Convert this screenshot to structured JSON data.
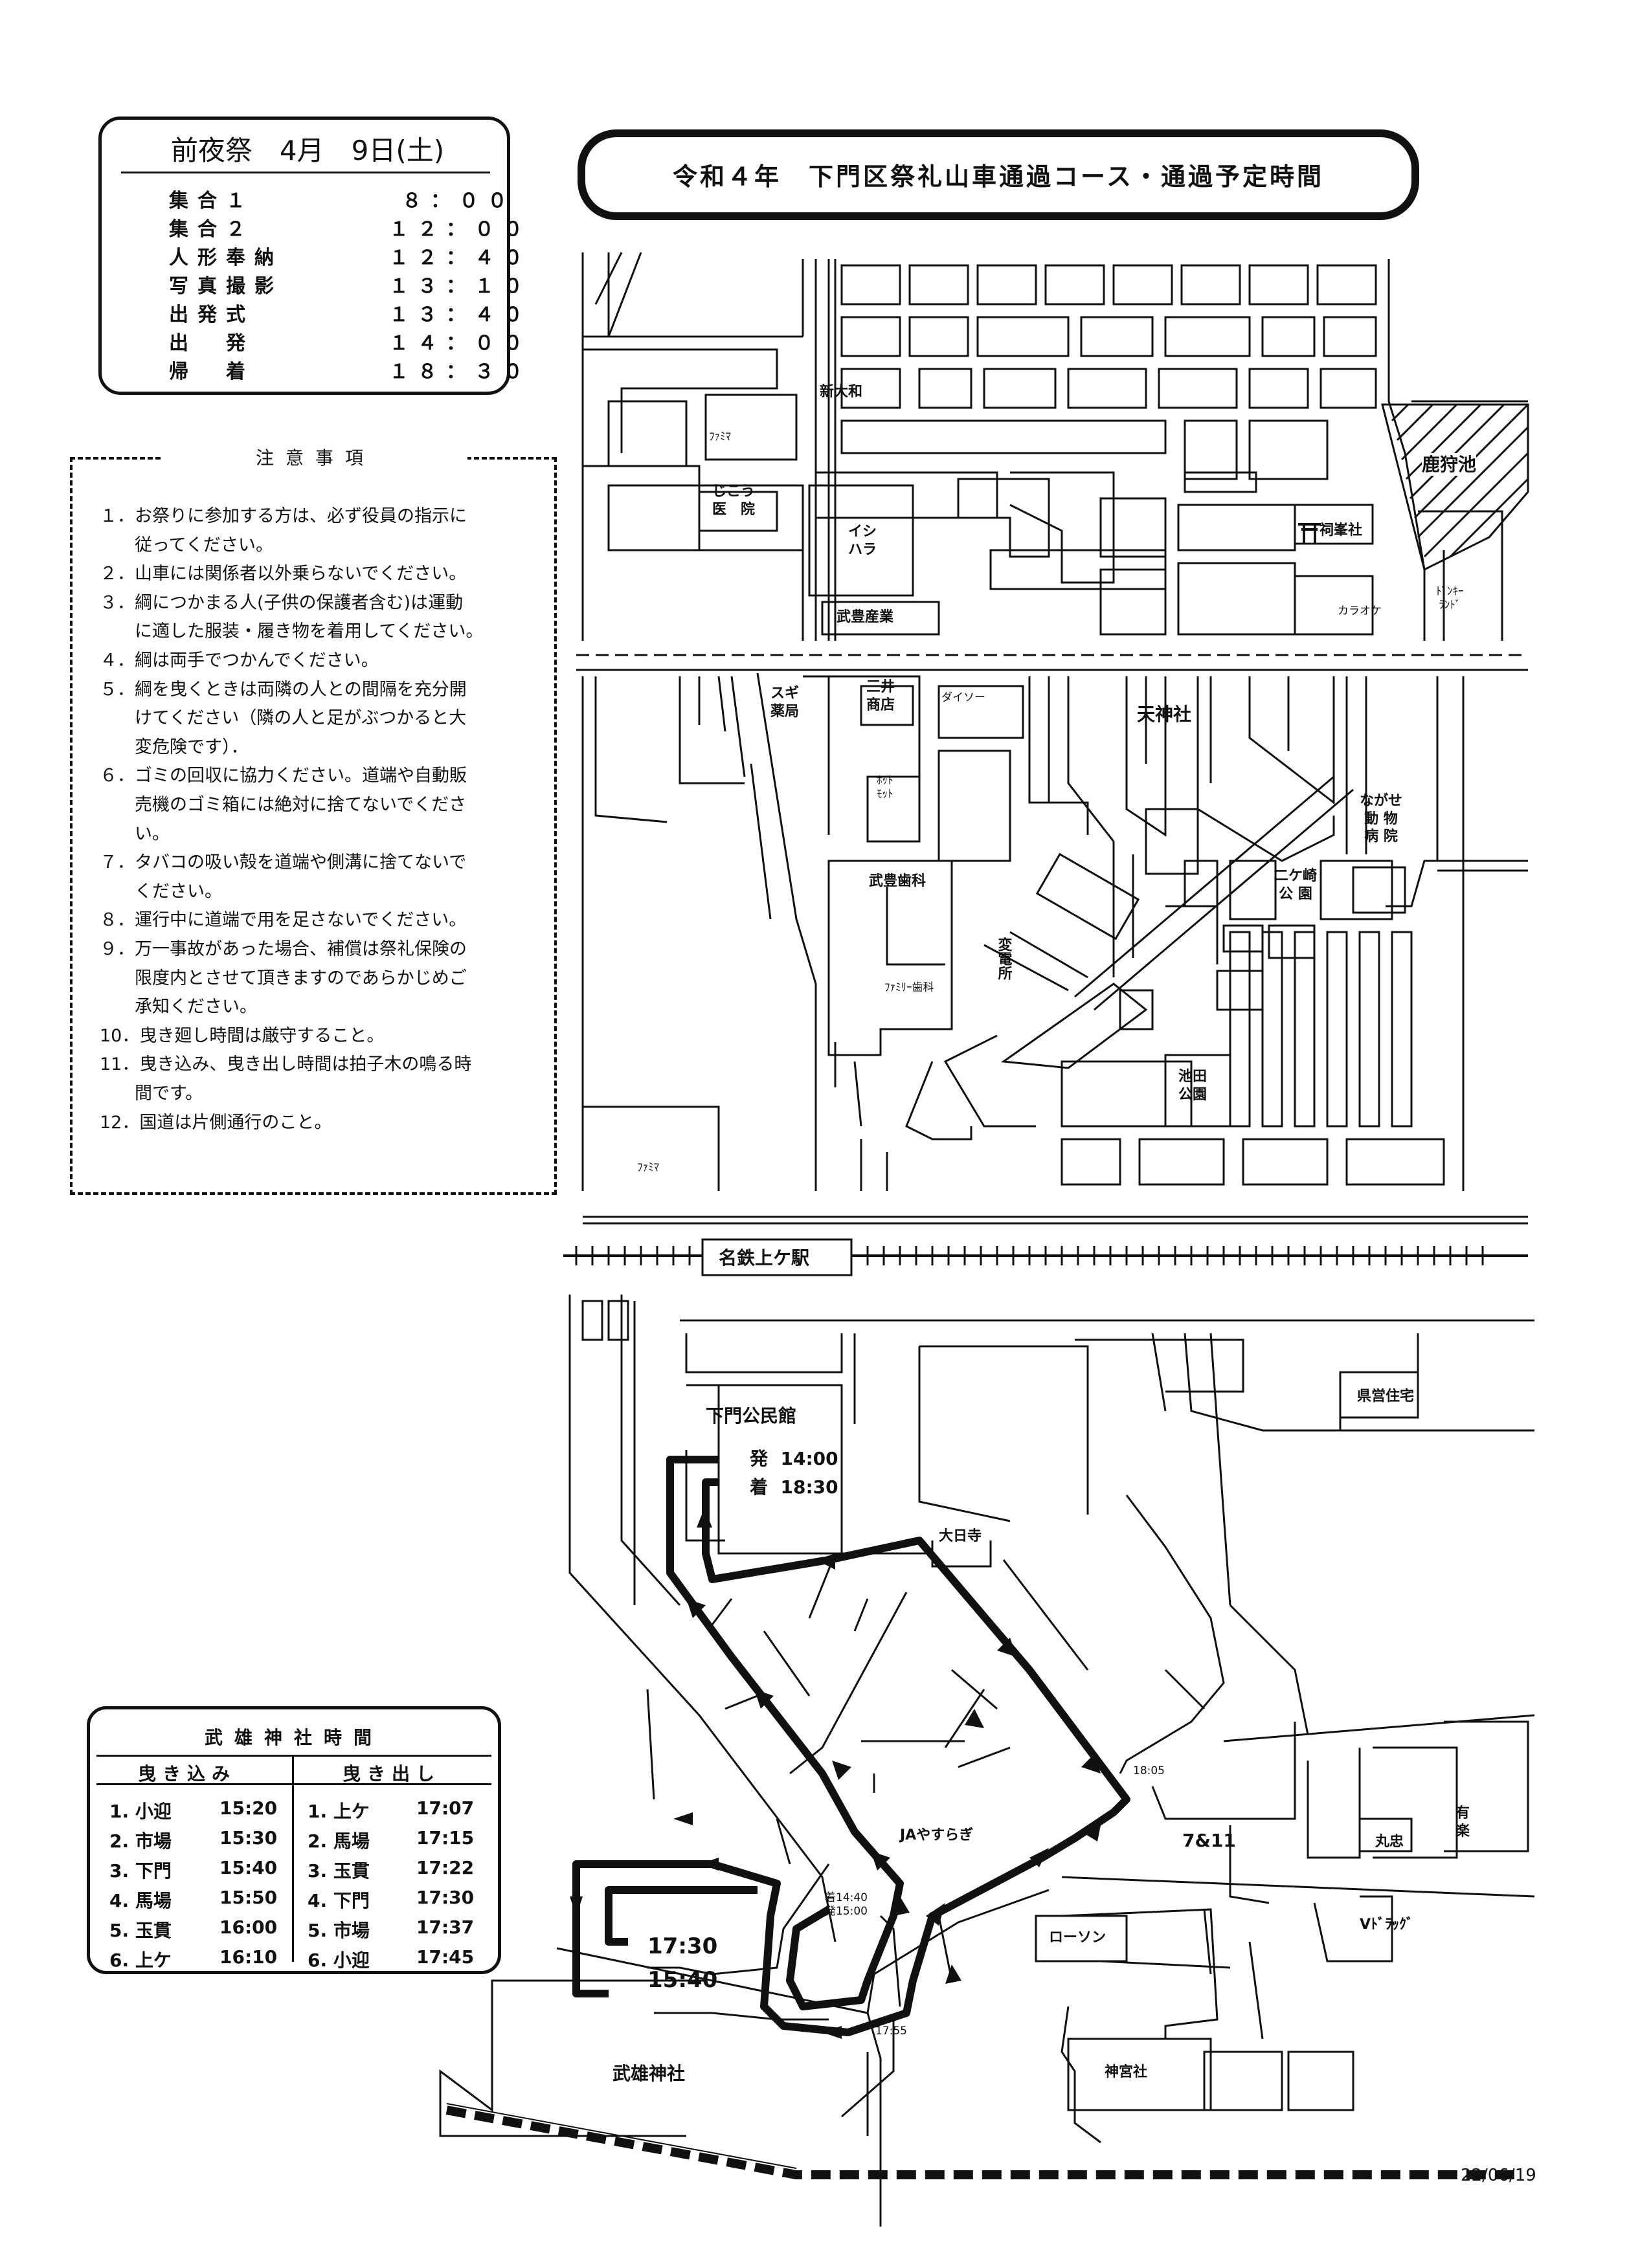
{
  "schedule": {
    "title": "前夜祭　4月　9日(土)",
    "rows": [
      {
        "label": "集合１",
        "time": "８：００",
        "short": true
      },
      {
        "label": "集合２",
        "time": "１２：００"
      },
      {
        "label": "人形奉納",
        "time": "１２：４０"
      },
      {
        "label": "写真撮影",
        "time": "１３：１０"
      },
      {
        "label": "出発式",
        "time": "１３：４０"
      },
      {
        "label": "出　発",
        "time": "１４：００"
      },
      {
        "label": "帰　着",
        "time": "１８：３０"
      }
    ]
  },
  "title": "令和４年　下門区祭礼山車通過コース・通過予定時間",
  "notes": {
    "heading": "注意事項",
    "items": [
      "１．お祭りに参加する方は、必ず役員の指示に",
      "　　従ってください。",
      "２．山車には関係者以外乗らないでください。",
      "３．綱につかまる人(子供の保護者含む)は運動",
      "　　に適した服装・履き物を着用してください。",
      "４．綱は両手でつかんでください。",
      "５．綱を曳くときは両隣の人との間隔を充分開",
      "　　けてください（隣の人と足がぶつかると大",
      "　　変危険です）．",
      "６．ゴミの回収に協力ください。道端や自動販",
      "　　売機のゴミ箱には絶対に捨てないでくださ",
      "　　い。",
      "７．タバコの吸い殻を道端や側溝に捨てないで",
      "　　ください。",
      "８．運行中に道端で用を足さないでください。",
      "９．万一事故があった場合、補償は祭礼保険の",
      "　　限度内とさせて頂きますのであらかじめご",
      "　　承知ください。",
      "10．曳き廻し時間は厳守すること。",
      "11．曳き込み、曳き出し時間は拍子木の鳴る時",
      "　　間です。",
      "12．国道は片側通行のこと。"
    ]
  },
  "map": {
    "labels": {
      "shin_owa": "新大和",
      "famima1": "ﾌｧﾐﾏ",
      "jiko": "じこう\n医　院",
      "ishihara": "イシ\nハラ",
      "taketoyo_sangyo": "武豊産業",
      "shrine_hokora": "祠峯社",
      "kanohata": "鹿狩池",
      "karaoke": "カラオケ",
      "donki": "ﾄﾞﾝｷｰ\nﾗﾝﾄﾞ",
      "sugi": "スギ\n薬局",
      "mitsui": "三井\n商店",
      "daiso": "ダイソー",
      "hottomotto": "ﾎｯﾄ\nﾓｯﾄ",
      "tenjinsha": "天神社",
      "nagase": "ながせ\n動 物\n病 院",
      "taketoyo_shika": "武豊歯科",
      "hendensho": "変電所",
      "nikazaki": "二ケ崎\n公 園",
      "family_shika": "ﾌｧﾐﾘｰ歯科",
      "ikeda": "池田\n公園",
      "famima2": "ﾌｧﾐﾏ",
      "station": "名鉄上ケ駅",
      "kaikan": "下門公民館",
      "depart": "発  14:00",
      "arrive": "着  18:30",
      "kenei": "県営住宅",
      "dainichiji": "大日寺",
      "t1805": "18:05",
      "ja": "JAやすらぎ",
      "seven": "7&11",
      "maruchu": "丸忠",
      "yuraku": "有\n楽",
      "lawson": "ローソン",
      "vdrug": "Vﾄﾞﾗｯｸﾞ",
      "shrine_time": "着14:40\n発15:00",
      "t1730": "17:30",
      "t1540": "15:40",
      "t1755": "17:55",
      "takeo": "武雄神社",
      "jingusha": "神宮社"
    }
  },
  "shrine_times": {
    "title": "武雄神社時間",
    "col_in": "曳き込み",
    "col_out": "曳き出し",
    "in": [
      {
        "name": "1. 小迎",
        "time": "15:20"
      },
      {
        "name": "2. 市場",
        "time": "15:30"
      },
      {
        "name": "3. 下門",
        "time": "15:40"
      },
      {
        "name": "4. 馬場",
        "time": "15:50"
      },
      {
        "name": "5. 玉貫",
        "time": "16:00"
      },
      {
        "name": "6. 上ケ",
        "time": "16:10"
      }
    ],
    "out": [
      {
        "name": "1. 上ケ",
        "time": "17:07"
      },
      {
        "name": "2. 馬場",
        "time": "17:15"
      },
      {
        "name": "3. 玉貫",
        "time": "17:22"
      },
      {
        "name": "4. 下門",
        "time": "17:30"
      },
      {
        "name": "5. 市場",
        "time": "17:37"
      },
      {
        "name": "6. 小迎",
        "time": "17:45"
      }
    ]
  },
  "doc_date": "22/06/19"
}
